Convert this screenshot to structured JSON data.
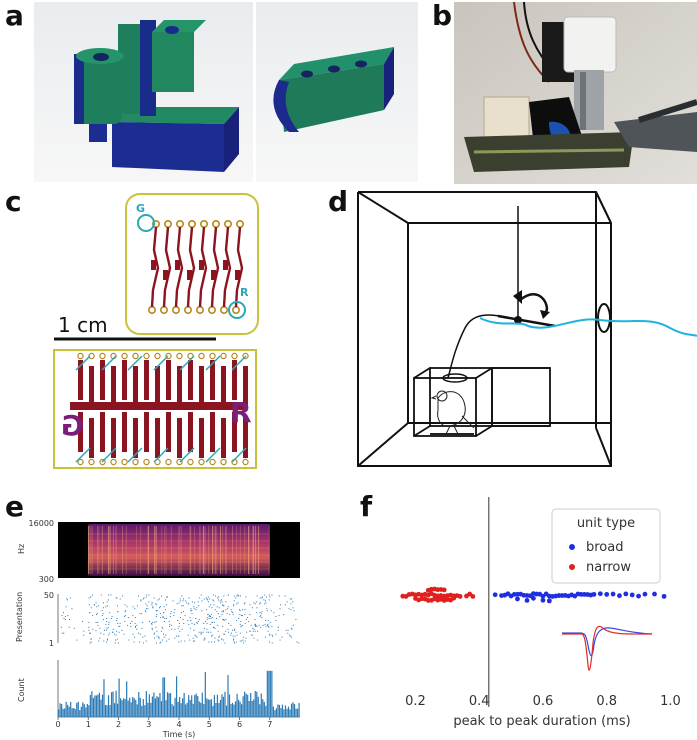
{
  "panels": {
    "a": {
      "label": "a"
    },
    "b": {
      "label": "b"
    },
    "c": {
      "label": "c",
      "scale_bar": "1 cm",
      "pad_g": "G",
      "pad_r": "R",
      "pcb_marks": [
        "G",
        "R"
      ]
    },
    "d": {
      "label": "d"
    },
    "e": {
      "label": "e"
    },
    "f": {
      "label": "f"
    }
  },
  "colors": {
    "model_green": "#1f7a5a",
    "model_blue": "#1b2a8c",
    "pcb_trace": "#8c1420",
    "pcb_border": "#c8c23a",
    "pcb_pad": "#b58a1e",
    "pcb_text": "#2aa7b8",
    "pcb_mark": "#7a1e7a",
    "cable": "#1fb3e0",
    "raster": "#2d7bb6",
    "broad": "#1f2fe0",
    "narrow": "#e01f1f"
  },
  "chart_data": [
    {
      "type": "heatmap",
      "panel": "e-spectrogram",
      "ylabel": "Hz",
      "yticks": [
        "16000",
        "300"
      ],
      "ylim": [
        300,
        16000
      ]
    },
    {
      "type": "scatter",
      "panel": "e-raster",
      "ylabel": "Presentation",
      "yticks": [
        "50",
        "1"
      ],
      "ylim": [
        1,
        50
      ],
      "xlim": [
        0,
        8
      ]
    },
    {
      "type": "bar",
      "panel": "e-psth",
      "ylabel": "Count",
      "xlabel": "Time (s)",
      "xticks": [
        "0",
        "1",
        "2",
        "3",
        "4",
        "5",
        "6",
        "7"
      ],
      "xlim": [
        0,
        8
      ],
      "stimulus_onset": 1.0,
      "stimulus_offset": 7.0
    },
    {
      "type": "scatter",
      "panel": "f",
      "xlabel": "peak to peak duration (ms)",
      "xticks": [
        "0.2",
        "0.4",
        "0.6",
        "0.8",
        "1.0"
      ],
      "xlim": [
        0.12,
        1.03
      ],
      "threshold": 0.43,
      "legend": {
        "title": "unit type",
        "placement": "top-right"
      },
      "series": [
        {
          "name": "broad",
          "color": "#1f2fe0",
          "values": [
            0.45,
            0.47,
            0.48,
            0.49,
            0.5,
            0.51,
            0.52,
            0.52,
            0.53,
            0.54,
            0.55,
            0.55,
            0.56,
            0.57,
            0.57,
            0.58,
            0.59,
            0.6,
            0.6,
            0.61,
            0.62,
            0.62,
            0.63,
            0.64,
            0.65,
            0.66,
            0.67,
            0.68,
            0.69,
            0.7,
            0.71,
            0.72,
            0.73,
            0.74,
            0.75,
            0.76,
            0.78,
            0.8,
            0.82,
            0.84,
            0.86,
            0.88,
            0.9,
            0.92,
            0.95,
            0.98
          ]
        },
        {
          "name": "narrow",
          "color": "#e01f1f",
          "values": [
            0.16,
            0.17,
            0.18,
            0.19,
            0.2,
            0.2,
            0.21,
            0.21,
            0.22,
            0.22,
            0.23,
            0.23,
            0.24,
            0.24,
            0.24,
            0.25,
            0.25,
            0.25,
            0.26,
            0.26,
            0.26,
            0.27,
            0.27,
            0.27,
            0.28,
            0.28,
            0.28,
            0.29,
            0.29,
            0.29,
            0.3,
            0.3,
            0.31,
            0.31,
            0.32,
            0.32,
            0.33,
            0.34,
            0.36,
            0.37,
            0.38
          ]
        }
      ]
    }
  ]
}
